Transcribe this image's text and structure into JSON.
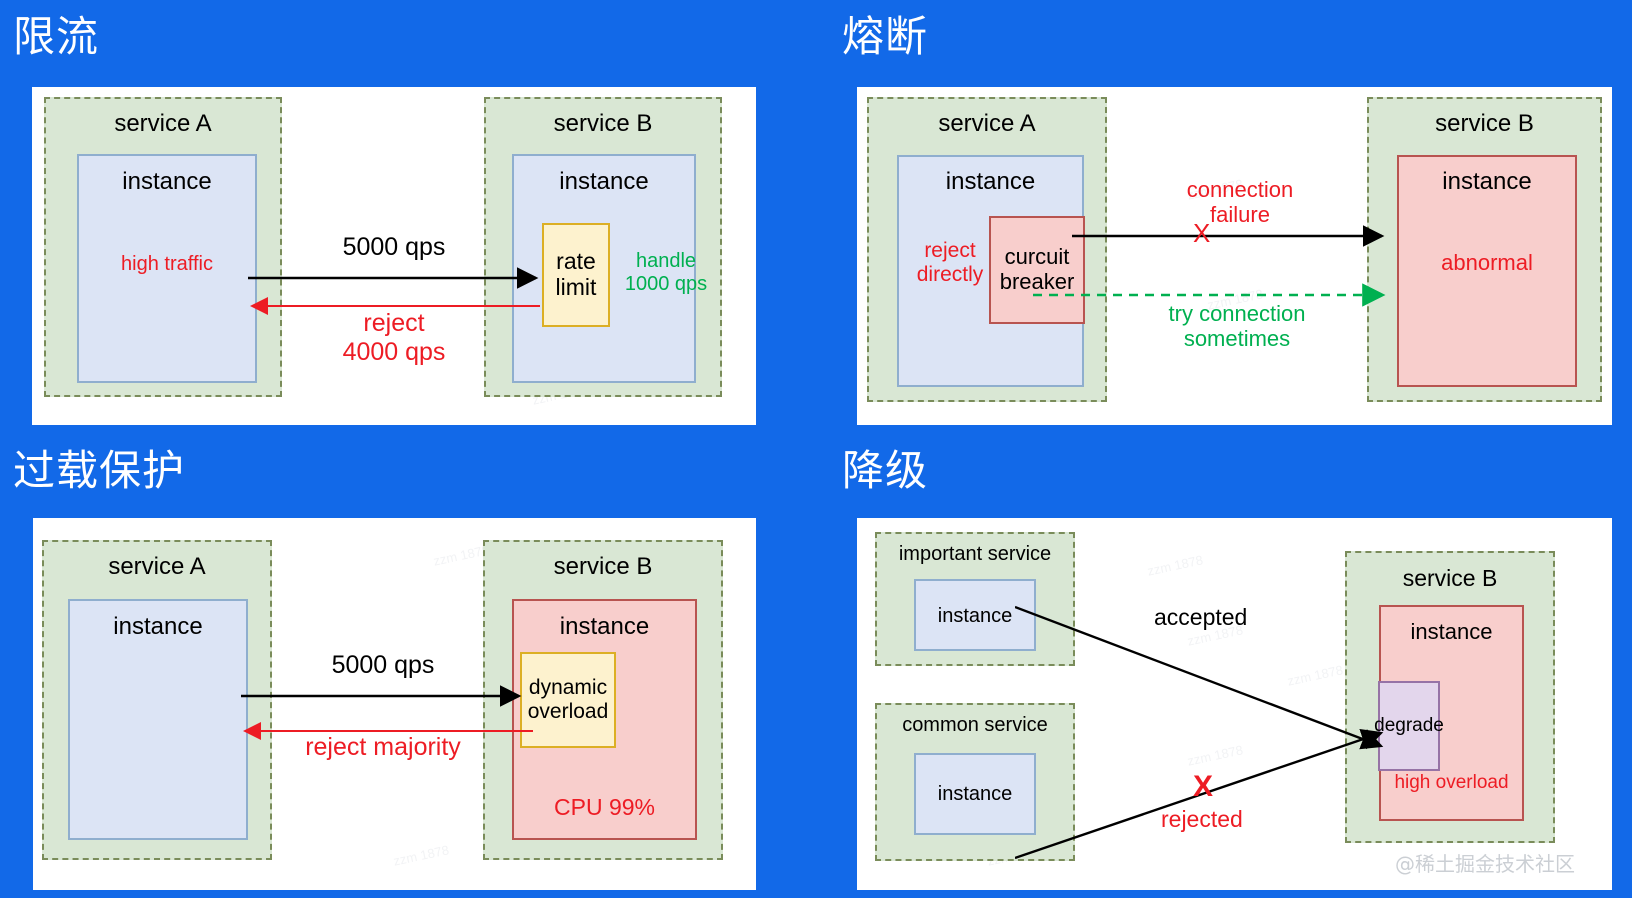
{
  "theme": {
    "background": "#1269e8",
    "panel": "#ffffff",
    "service_fill": "#d9e7d4",
    "service_border": "#7a8c5a",
    "instance_fill": "#dce4f5",
    "instance_border": "#8faece",
    "danger_fill": "#f8cecc",
    "danger_border": "#b85450",
    "warn_fill": "#fdf2ce",
    "warn_border": "#dcaf24",
    "degrade_fill": "#e3d6ec",
    "degrade_border": "#9673a6",
    "red_text": "#ed1c24",
    "green_text": "#00b050",
    "title_text": "#ffffff"
  },
  "quadrants": [
    {
      "id": "rate-limiting",
      "title": "限流",
      "services": [
        {
          "name": "service A",
          "instance": "instance",
          "note": "high traffic",
          "note_color": "red"
        },
        {
          "name": "service B",
          "instance": "instance",
          "note": "",
          "note_color": ""
        }
      ],
      "inner_box": {
        "line1": "rate",
        "line2": "limit",
        "style": "yellow"
      },
      "handle_note": {
        "line1": "handle",
        "line2": "1000 qps",
        "color": "green"
      },
      "edges": [
        {
          "label": "5000 qps",
          "color": "black",
          "direction": "right"
        },
        {
          "label_line1": "reject",
          "label_line2": "4000 qps",
          "color": "red",
          "direction": "left"
        }
      ]
    },
    {
      "id": "circuit-breaking",
      "title": "熔断",
      "services": [
        {
          "name": "service A",
          "instance": "instance",
          "note": "",
          "note_color": ""
        },
        {
          "name": "service B",
          "instance": "instance",
          "note": "abnormal",
          "note_color": "red"
        }
      ],
      "reject_note": {
        "line1": "reject",
        "line2": "directly",
        "color": "red"
      },
      "inner_box": {
        "line1": "curcuit",
        "line2": "breaker",
        "style": "red"
      },
      "edges": [
        {
          "label_line1": "connection",
          "label_line2": "failure",
          "marker": "X",
          "color": "black",
          "direction": "right"
        },
        {
          "label_line1": "try connection",
          "label_line2": "sometimes",
          "color": "green",
          "direction": "right",
          "dashed": true
        }
      ]
    },
    {
      "id": "overload-protection",
      "title": "过载保护",
      "services": [
        {
          "name": "service A",
          "instance": "instance",
          "note": "",
          "note_color": ""
        },
        {
          "name": "service B",
          "instance": "instance",
          "note": "CPU 99%",
          "note_color": "red"
        }
      ],
      "inner_box": {
        "line1": "dynamic",
        "line2": "overload",
        "style": "yellow"
      },
      "edges": [
        {
          "label": "5000 qps",
          "color": "black",
          "direction": "right"
        },
        {
          "label": "reject majority",
          "color": "red",
          "direction": "left"
        }
      ]
    },
    {
      "id": "degradation",
      "title": "降级",
      "services": [
        {
          "name": "important service",
          "instance": "instance"
        },
        {
          "name": "common service",
          "instance": "instance"
        },
        {
          "name": "service B",
          "instance": "instance",
          "note": "high overload",
          "note_color": "red"
        }
      ],
      "inner_box": {
        "line1": "degrade",
        "style": "purple"
      },
      "edges": [
        {
          "label": "accepted",
          "color": "black",
          "direction": "right"
        },
        {
          "label": "rejected",
          "marker": "X",
          "color": "red",
          "direction": "right"
        }
      ]
    }
  ],
  "watermark": "@稀土掘金技术社区",
  "tile_watermark": "zzm 1878"
}
